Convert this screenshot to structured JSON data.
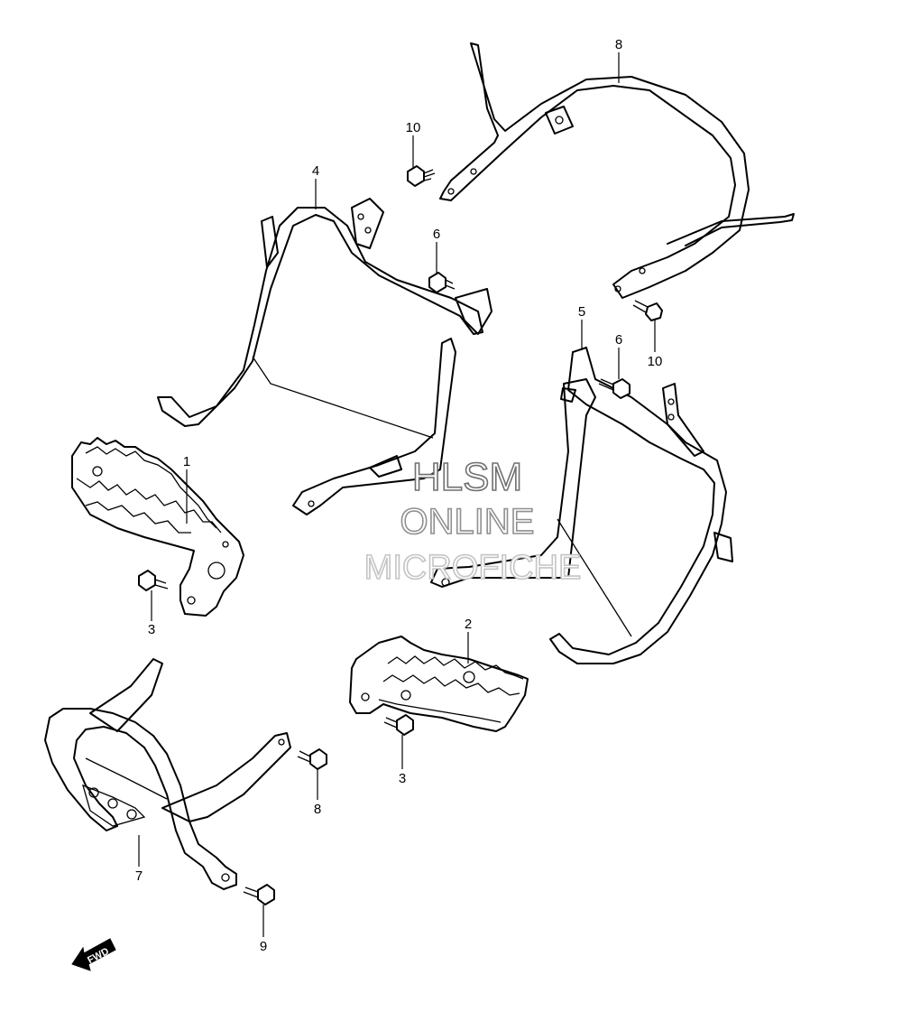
{
  "callouts": [
    {
      "id": "1",
      "label": "1"
    },
    {
      "id": "2",
      "label": "2"
    },
    {
      "id": "3a",
      "label": "3"
    },
    {
      "id": "3b",
      "label": "3"
    },
    {
      "id": "4",
      "label": "4"
    },
    {
      "id": "5",
      "label": "5"
    },
    {
      "id": "6a",
      "label": "6"
    },
    {
      "id": "6b",
      "label": "6"
    },
    {
      "id": "7",
      "label": "7"
    },
    {
      "id": "8a",
      "label": "8"
    },
    {
      "id": "8b",
      "label": "8"
    },
    {
      "id": "9",
      "label": "9"
    },
    {
      "id": "10a",
      "label": "10"
    },
    {
      "id": "10b",
      "label": "10"
    }
  ],
  "direction_arrow": {
    "label": "FWD",
    "icon": "forward-arrow-icon"
  },
  "watermark": {
    "line1": "HLSM",
    "line2": "ONLINE",
    "line3": "MICROFICHE"
  }
}
